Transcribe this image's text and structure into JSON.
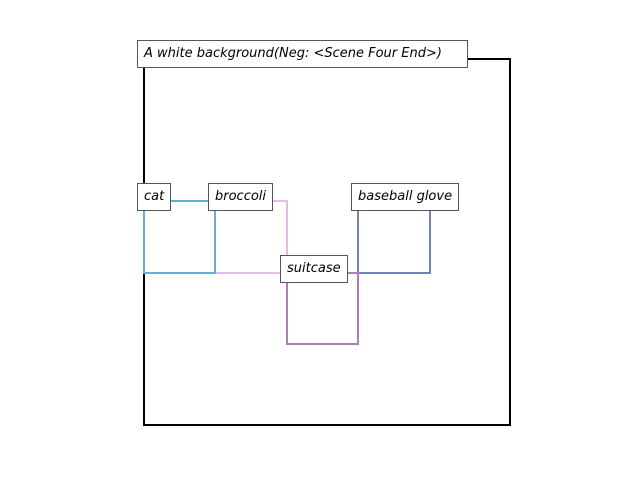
{
  "scene": {
    "caption": "A white background(Neg: <Scene Four End>)",
    "frame_color": "#000000"
  },
  "objects": [
    {
      "label": "cat",
      "color": "#6aaed0"
    },
    {
      "label": "broccoli",
      "color": "#e3bde3"
    },
    {
      "label": "baseball glove",
      "color": "#7383b4"
    },
    {
      "label": "suitcase",
      "color": "#b07cc0"
    }
  ]
}
